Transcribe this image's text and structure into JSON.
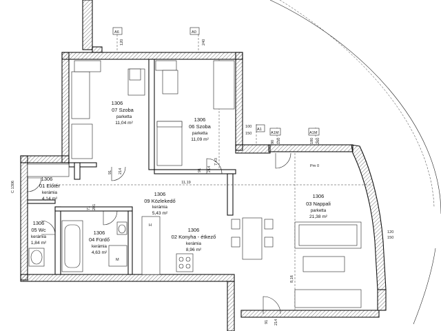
{
  "rooms": [
    {
      "id": "r07",
      "number": "1306",
      "name": "07 Szoba",
      "material": "parketta",
      "area": "11,04 m²"
    },
    {
      "id": "r06",
      "number": "1306",
      "name": "06 Szoba",
      "material": "parketta",
      "area": "11,09 m²"
    },
    {
      "id": "r01",
      "number": "1306",
      "name": "01 Előtér",
      "material": "kerámia",
      "area": "4,14 m²"
    },
    {
      "id": "r09",
      "number": "1306",
      "name": "09 Közlekedő",
      "material": "kerámia",
      "area": "5,43 m²"
    },
    {
      "id": "r03",
      "number": "1306",
      "name": "03 Nappali",
      "material": "parketta",
      "area": "21,38 m²"
    },
    {
      "id": "r05",
      "number": "1306",
      "name": "05 Wc",
      "material": "kerámia",
      "area": "1,84 m²"
    },
    {
      "id": "r04",
      "number": "1306",
      "name": "04 Fürdő",
      "material": "kerámia",
      "area": "4,63 m²"
    },
    {
      "id": "r02",
      "number": "1306",
      "name": "02 Konyha - étkező",
      "material": "kerámia",
      "area": "8,96 m²"
    }
  ],
  "window_tags": [
    "A6",
    "A0",
    "A1",
    "A1M",
    "A1M"
  ],
  "dimensions": [
    "11,19",
    "7,43",
    "8,16",
    "91",
    "214",
    "91",
    "214",
    "91",
    "214",
    "71",
    "201",
    "120",
    "150",
    "100",
    "150",
    "90",
    "150",
    "180",
    "260",
    "240",
    "120",
    "Pm 0"
  ],
  "side_label": "C 1306",
  "fixture_labels": [
    "M",
    "H"
  ]
}
